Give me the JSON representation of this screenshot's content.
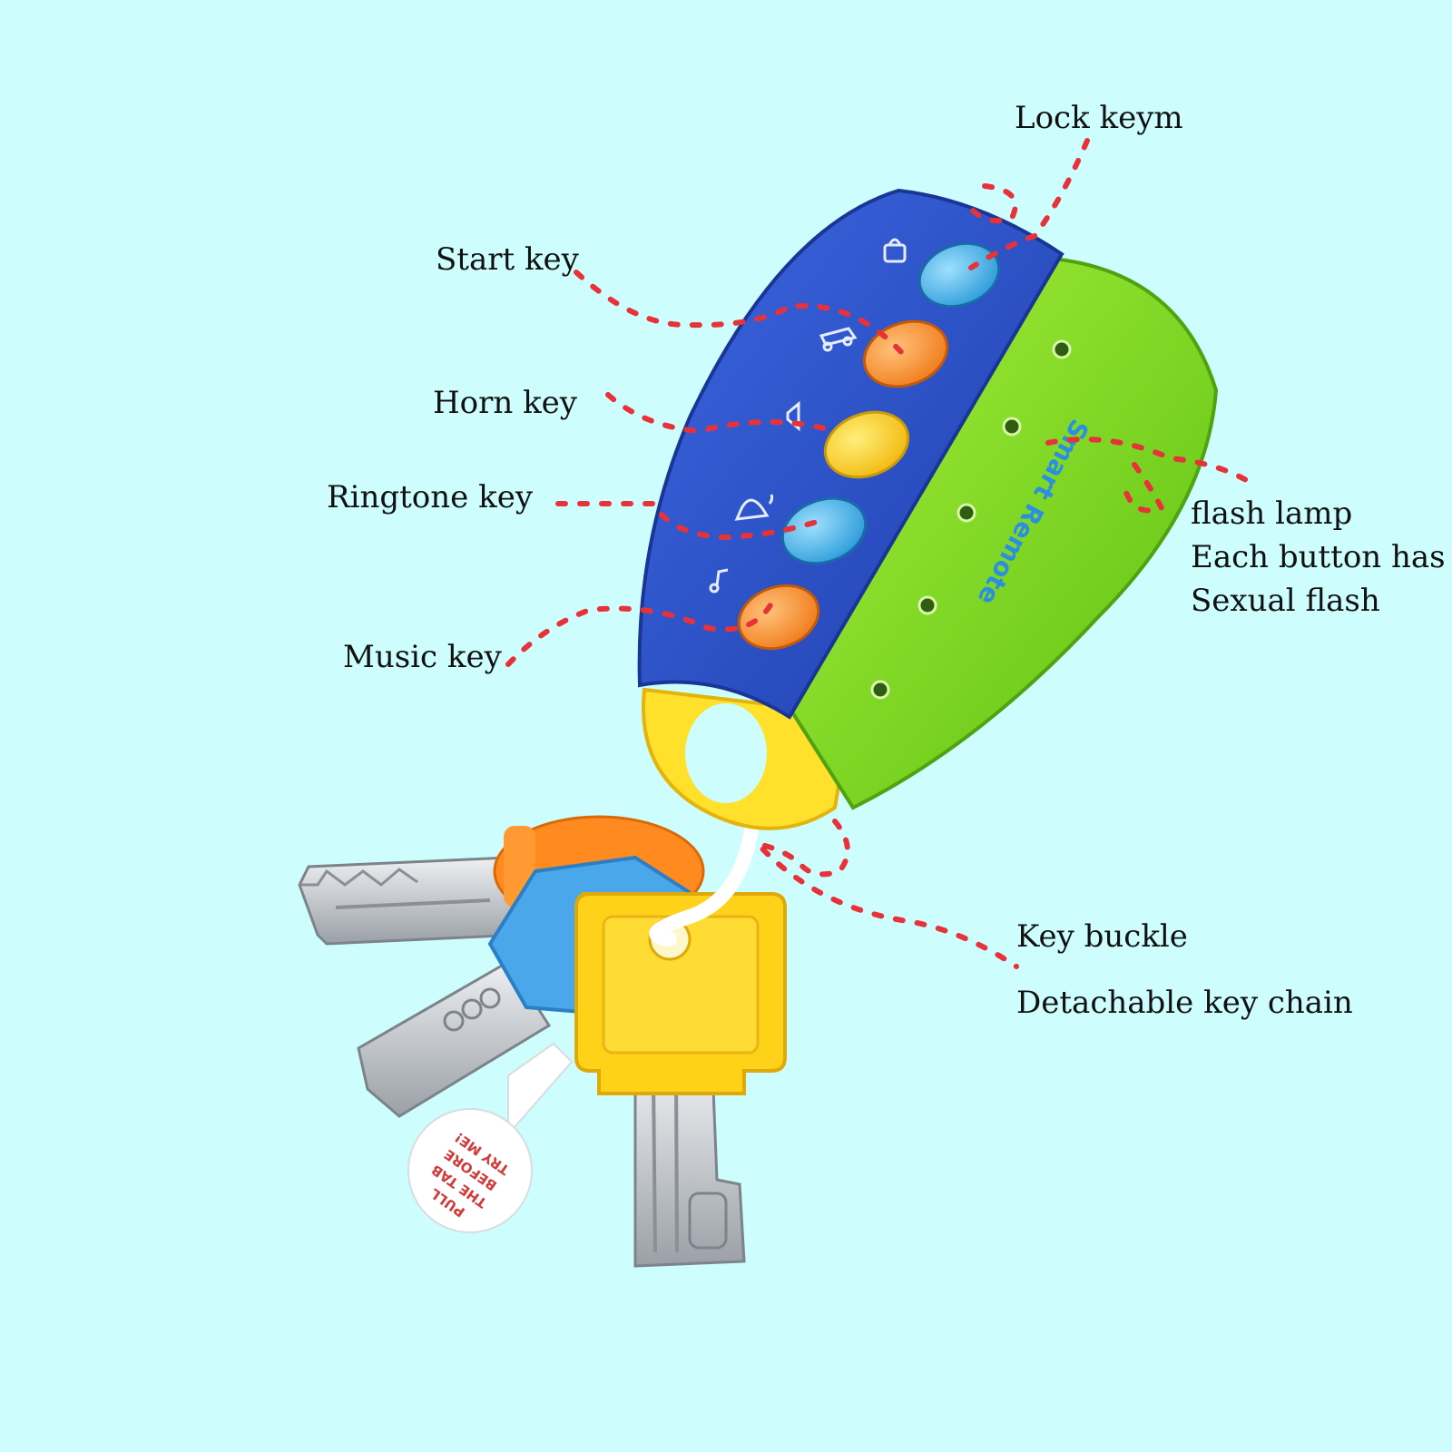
{
  "labels": {
    "lock_key": "Lock keym",
    "start_key": "Start key",
    "horn_key": "Horn key",
    "ringtone_key": "Ringtone key",
    "music_key": "Music key",
    "flash_lamp": {
      "line1": "flash lamp",
      "line2": "Each button has",
      "line3": "Sexual flash"
    },
    "key_buckle": "Key buckle",
    "detachable": "Detachable key chain"
  },
  "toy": {
    "brand": "Smart Remote",
    "pull_tab": [
      "PULL",
      "THE TAB",
      "BEFORE",
      "TRY ME!"
    ]
  },
  "colors": {
    "background": "#cdfdfd",
    "body_blue": "#2a4fc8",
    "body_green": "#7ed321",
    "ring_yellow": "#ffe02a",
    "button_blue": "#52b7ec",
    "button_orange": "#ff9a3c",
    "button_yellow": "#ffd43a",
    "leader_red": "#e8323a"
  }
}
